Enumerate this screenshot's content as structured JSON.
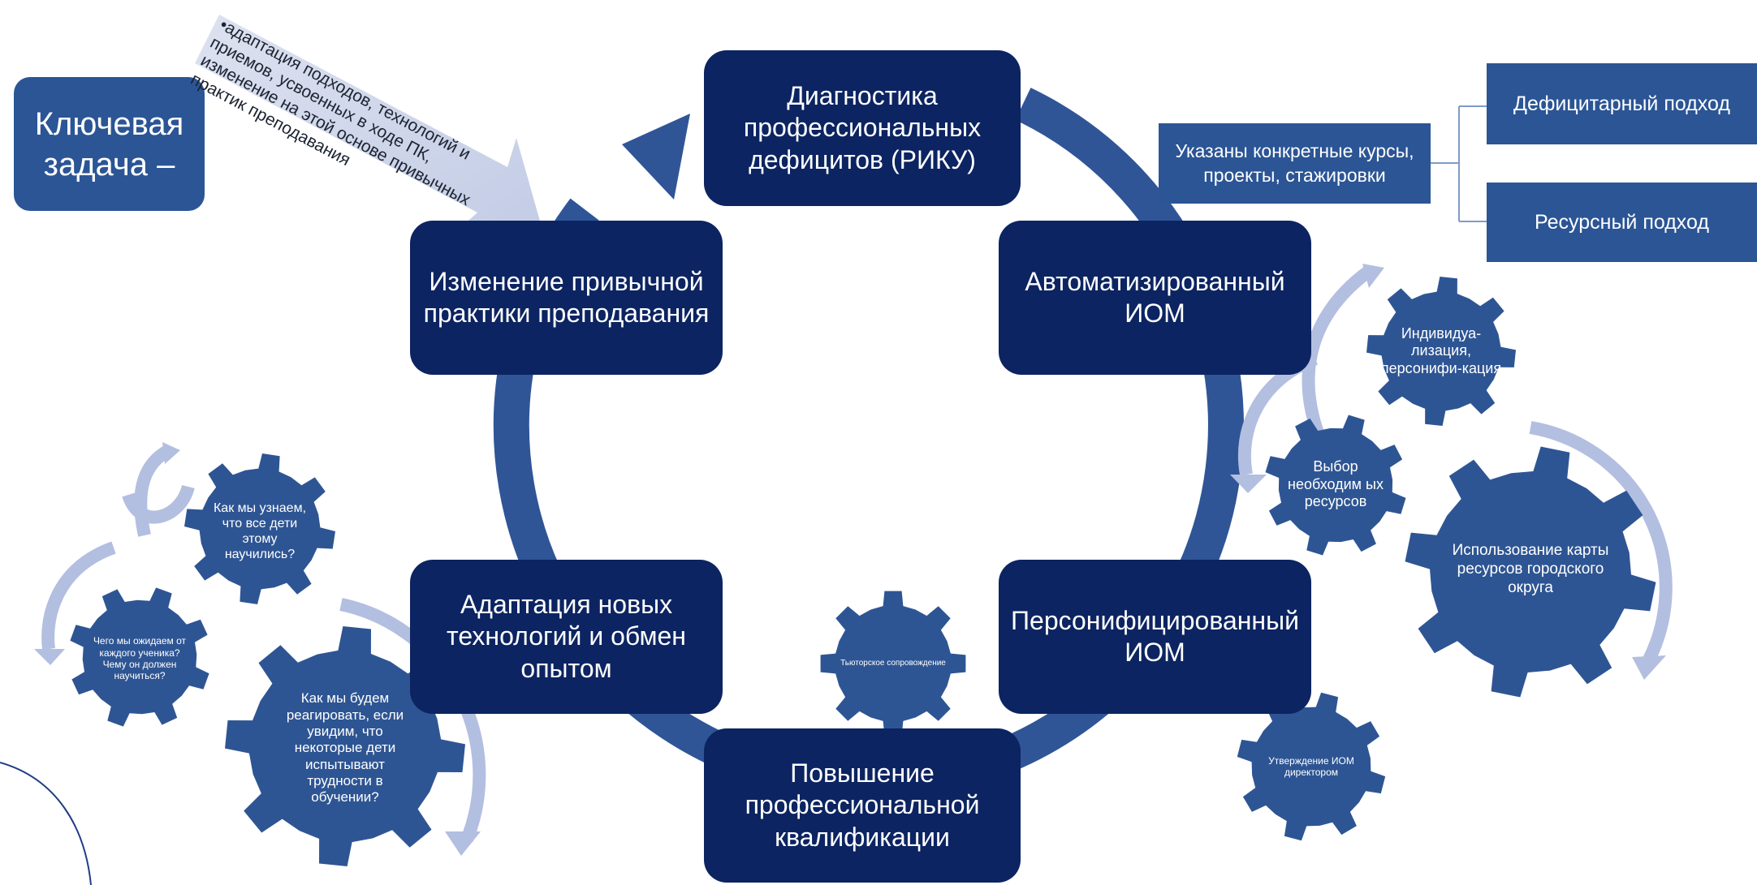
{
  "key_task": "Ключевая задача –",
  "arrow_note": "•адаптация подходов, технологий и приемов, усвоенных в ходе ПК, изменение на этой основе привычных практик преподавания",
  "cycle": {
    "diagnostics": "Диагностика профессиональных дефицитов (РИКУ)",
    "auto_iom": "Автоматизированный ИОМ",
    "personal_iom": "Персонифицированный ИОМ",
    "qualification": "Повышение профессиональной квалификации",
    "adaptation": "Адаптация новых технологий и обмен опытом",
    "change_practice": "Изменение привычной практики преподавания"
  },
  "courses_note": "Указаны конкретные курсы, проекты, стажировки",
  "approaches": {
    "deficit": "Дефицитарный подход",
    "resource": "Ресурсный подход"
  },
  "gears_right": {
    "individualization": "Индивидуа-лизация, персонифи-кация",
    "choice": "Выбор необходим ых ресурсов",
    "city_map": "Использование карты ресурсов городского округа"
  },
  "gears_center": {
    "tutor": "Тьюторское сопровождение",
    "approval": "Утверждение ИОМ директором"
  },
  "gears_left": {
    "how_know": "Как мы узнаем, что все дети этому научились?",
    "expect": "Чего мы ожидаем от каждого ученика? Чему он должен научиться?",
    "react": "Как мы будем реагировать, если увидим, что некоторые дети испытывают трудности в обучении?"
  },
  "colors": {
    "dark_box": "#0c2461",
    "medium_box": "#2b5595",
    "ring": "#2f5597",
    "gear": "#2e5593",
    "light_arrow": "#b3bfe0",
    "note_arrow": "#cfd6ea"
  }
}
